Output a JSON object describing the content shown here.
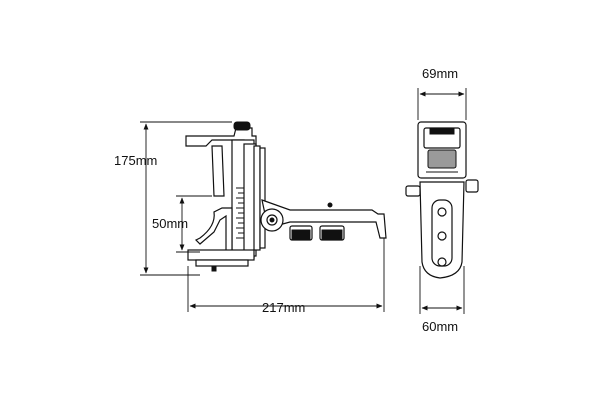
{
  "side_view": {
    "height_label": "175mm",
    "clamp_label": "50mm",
    "width_label": "217mm"
  },
  "front_view": {
    "top_width_label": "69mm",
    "bottom_width_label": "60mm"
  }
}
